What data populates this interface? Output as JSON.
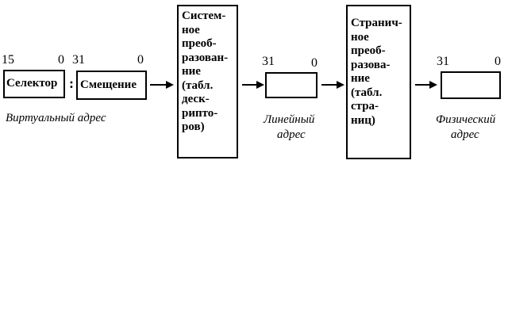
{
  "bits": {
    "selector_hi": "15",
    "selector_lo": "0",
    "offset_hi": "31",
    "offset_lo": "0",
    "linear_hi": "31",
    "linear_lo": "0",
    "physical_hi": "31",
    "physical_lo": "0"
  },
  "virtual_address": {
    "selector_label": "Селектор",
    "separator": ":",
    "offset_label": "Смещение",
    "caption": "Виртуальный адрес"
  },
  "segment_translation": {
    "lines": [
      "Систем-",
      "ное",
      "преоб-",
      "разован-",
      "ние",
      "(табл.",
      "деск-",
      "рипто-",
      "ров)"
    ]
  },
  "linear_address": {
    "caption_line1": "Линейный",
    "caption_line2": "адрес"
  },
  "page_translation": {
    "lines": [
      "Странич-",
      "ное",
      "преоб-",
      "разова-",
      "ние",
      "(табл.",
      "стра-",
      "ниц)"
    ]
  },
  "physical_address": {
    "caption_line1": "Физический",
    "caption_line2": "адрес"
  }
}
